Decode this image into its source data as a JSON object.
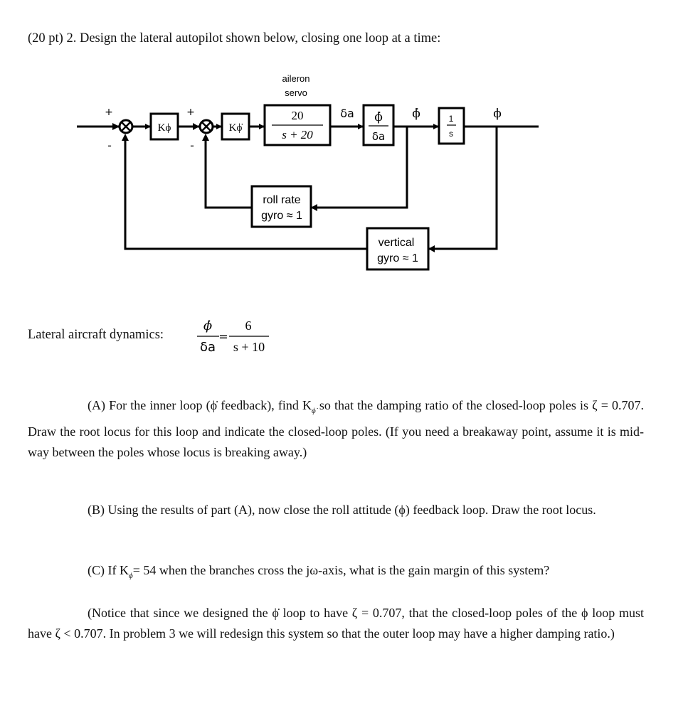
{
  "heading": "(20 pt) 2. Design the lateral autopilot shown below, closing one loop at a time:",
  "diagram": {
    "servo_label_line1": "aileron",
    "servo_label_line2": "servo",
    "plus1": "+",
    "minus1": "-",
    "plus2": "+",
    "minus2": "-",
    "gain_outer": "Kϕ",
    "gain_inner": "Kϕ̇",
    "servo_num": "20",
    "servo_den": "s + 20",
    "delta_a": "δa",
    "plant_num": "ϕ̇",
    "plant_den": "δa",
    "phidot": "ϕ̇",
    "integ_num": "1",
    "integ_den": "s",
    "phi": "ϕ",
    "rollrate_line1": "roll rate",
    "rollrate_line2": "gyro ≈ 1",
    "vertical_line1": "vertical",
    "vertical_line2": "gyro ≈ 1"
  },
  "dynamics": {
    "label": "Lateral aircraft dynamics:",
    "lhs_num": "ϕ̇",
    "lhs_den": "δa",
    "eq": "=",
    "rhs_num": "6",
    "rhs_den": "s + 10"
  },
  "partA": {
    "t1": "(A) For the inner loop (",
    "sym": "ϕ̇",
    "t2": " feedback), find K",
    "sub": "ϕ̇",
    "t3": " so that the damping ratio of the closed-loop poles is ζ = 0.707. Draw the root locus for this loop and indicate the closed-loop poles. (If you need a breakaway point, assume it is mid-way between the poles whose locus is breaking away.)"
  },
  "partB": {
    "t1": "(B) Using the results of part (A), now close the roll attitude (ϕ) feedback loop. Draw the root locus."
  },
  "partC": {
    "t1": "(C) If  K",
    "sub": "ϕ",
    "t2": "= 54 when the branches cross the jω-axis, what is the gain margin of this system?"
  },
  "note": {
    "t1": "(Notice that since we designed the ",
    "sym": "ϕ̇",
    "t2": " loop to have ζ = 0.707, that the closed-loop poles of the ϕ loop must have ζ < 0.707. In problem 3 we will redesign this system so that the outer loop may have a higher damping ratio.)"
  }
}
